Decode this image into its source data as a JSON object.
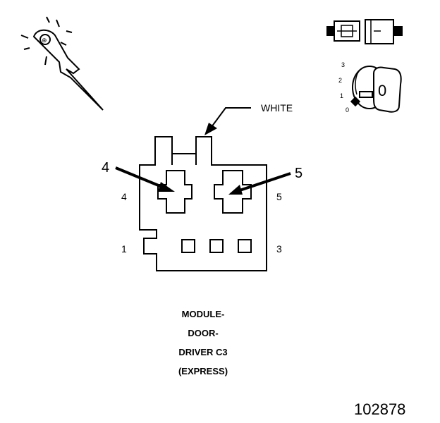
{
  "wire_color": "WHITE",
  "cavity_callouts": [
    "4",
    "5"
  ],
  "pin_labels": {
    "left_top": "4",
    "right_top": "5",
    "left_bottom": "1",
    "right_bottom": "3"
  },
  "ignition_positions": [
    "3",
    "2",
    "1",
    "0"
  ],
  "key_position": "0",
  "caption": [
    "MODULE-",
    "DOOR-",
    "DRIVER C3",
    "(EXPRESS)"
  ],
  "document_number": "102878"
}
